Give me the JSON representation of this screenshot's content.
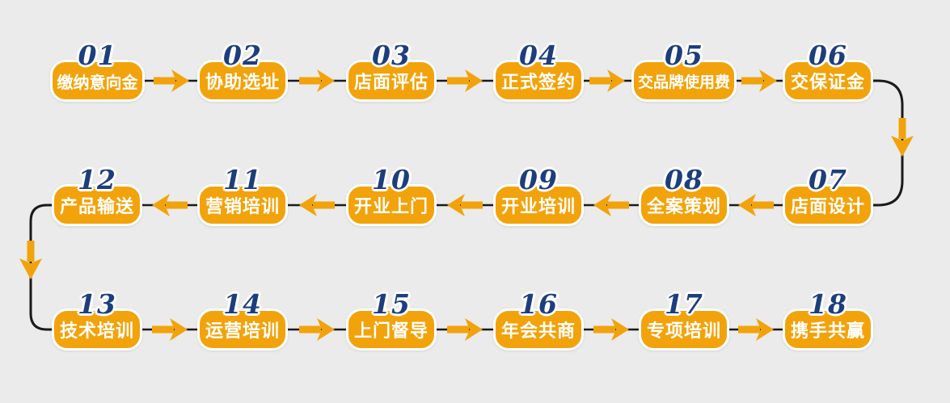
{
  "diagram": {
    "type": "flow",
    "row_directions": [
      "right",
      "left",
      "right"
    ],
    "step_count": 18
  },
  "steps": [
    {
      "num": "01",
      "label": "缴纳意向金"
    },
    {
      "num": "02",
      "label": "协助选址"
    },
    {
      "num": "03",
      "label": "店面评估"
    },
    {
      "num": "04",
      "label": "正式签约"
    },
    {
      "num": "05",
      "label": "交品牌使用费"
    },
    {
      "num": "06",
      "label": "交保证金"
    },
    {
      "num": "07",
      "label": "店面设计"
    },
    {
      "num": "08",
      "label": "全案策划"
    },
    {
      "num": "09",
      "label": "开业培训"
    },
    {
      "num": "10",
      "label": "开业上门"
    },
    {
      "num": "11",
      "label": "营销培训"
    },
    {
      "num": "12",
      "label": "产品输送"
    },
    {
      "num": "13",
      "label": "技术培训"
    },
    {
      "num": "14",
      "label": "运营培训"
    },
    {
      "num": "15",
      "label": "上门督导"
    },
    {
      "num": "16",
      "label": "年会共商"
    },
    {
      "num": "17",
      "label": "专项培训"
    },
    {
      "num": "18",
      "label": "携手共赢"
    }
  ],
  "icons": {
    "arrow_right": "→",
    "arrow_left": "←",
    "arrow_down": "↓"
  },
  "colors": {
    "background": "#EBEBEB",
    "box_orange": "#F2A30B",
    "arrow_orange": "#F2A30B",
    "box_border_white": "#FFFFFF",
    "label_white": "#FFFFFF",
    "number_navy": "#1D3E7C",
    "number_outline_white": "#FFFFFF",
    "connector_line": "#1A1A1A"
  }
}
